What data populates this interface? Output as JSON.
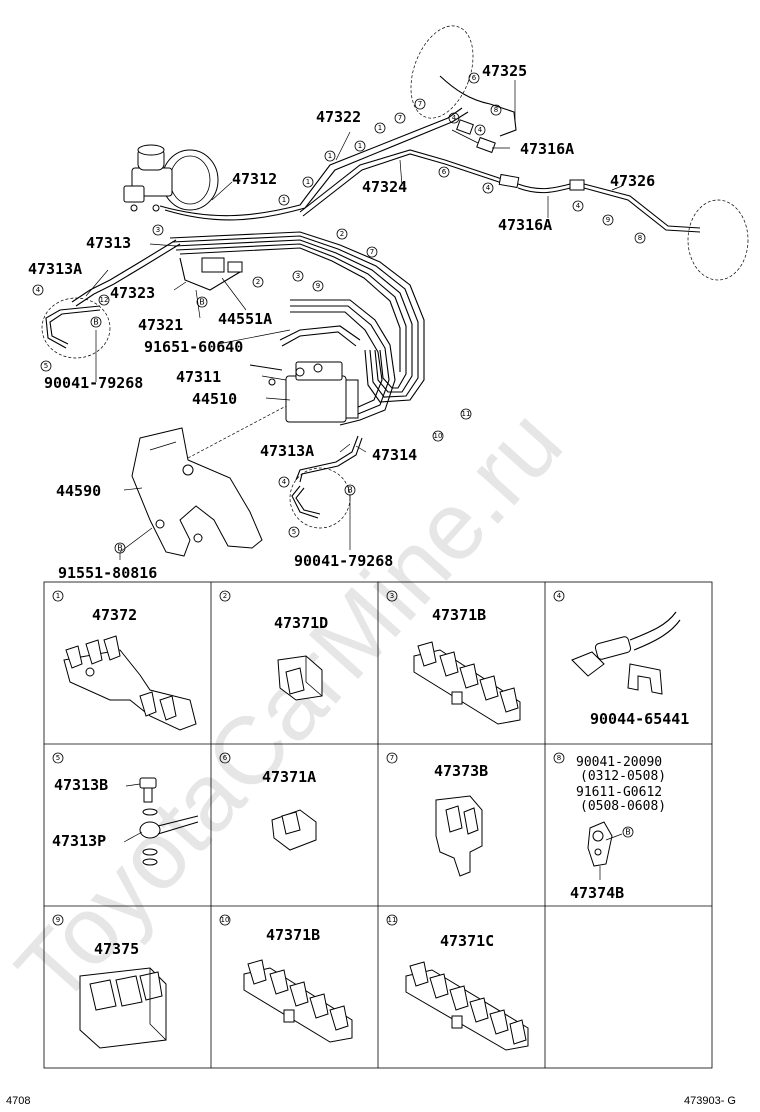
{
  "watermark": "ToyotaCarMine.ru",
  "footer": {
    "left": "4708",
    "right": "473903- G"
  },
  "main_labels": {
    "p47325": "47325",
    "p47322": "47322",
    "p47316A_1": "47316A",
    "p47312": "47312",
    "p47324": "47324",
    "p47326": "47326",
    "p47316A_2": "47316A",
    "p47313": "47313",
    "p47313A_1": "47313A",
    "p47323": "47323",
    "p47321": "47321",
    "p44551A": "44551A",
    "p91651": "91651-60640",
    "p47311": "47311",
    "p44510": "44510",
    "p90041_1": "90041-79268",
    "p47313A_2": "47313A",
    "p47314": "47314",
    "p44590": "44590",
    "p91551": "91551-80816",
    "p90041_2": "90041-79268"
  },
  "callouts": [
    "1",
    "2",
    "3",
    "4",
    "5",
    "6",
    "7",
    "8",
    "9",
    "10",
    "11",
    "12"
  ],
  "ref_letter": "B",
  "grid": [
    {
      "no": "1",
      "label": "47372"
    },
    {
      "no": "2",
      "label": "47371D"
    },
    {
      "no": "3",
      "label": "47371B"
    },
    {
      "no": "4",
      "label": "90044-65441"
    },
    {
      "no": "5",
      "label": "47313B",
      "label2": "47313P"
    },
    {
      "no": "6",
      "label": "47371A"
    },
    {
      "no": "7",
      "label": "47373B"
    },
    {
      "no": "8",
      "label": "90041-20090",
      "label2": "(0312-0508)",
      "label3": "91611-G0612",
      "label4": "(0508-0608)",
      "label5": "47374B"
    },
    {
      "no": "9",
      "label": "47375"
    },
    {
      "no": "10",
      "label": "47371B"
    },
    {
      "no": "11",
      "label": "47371C"
    }
  ]
}
